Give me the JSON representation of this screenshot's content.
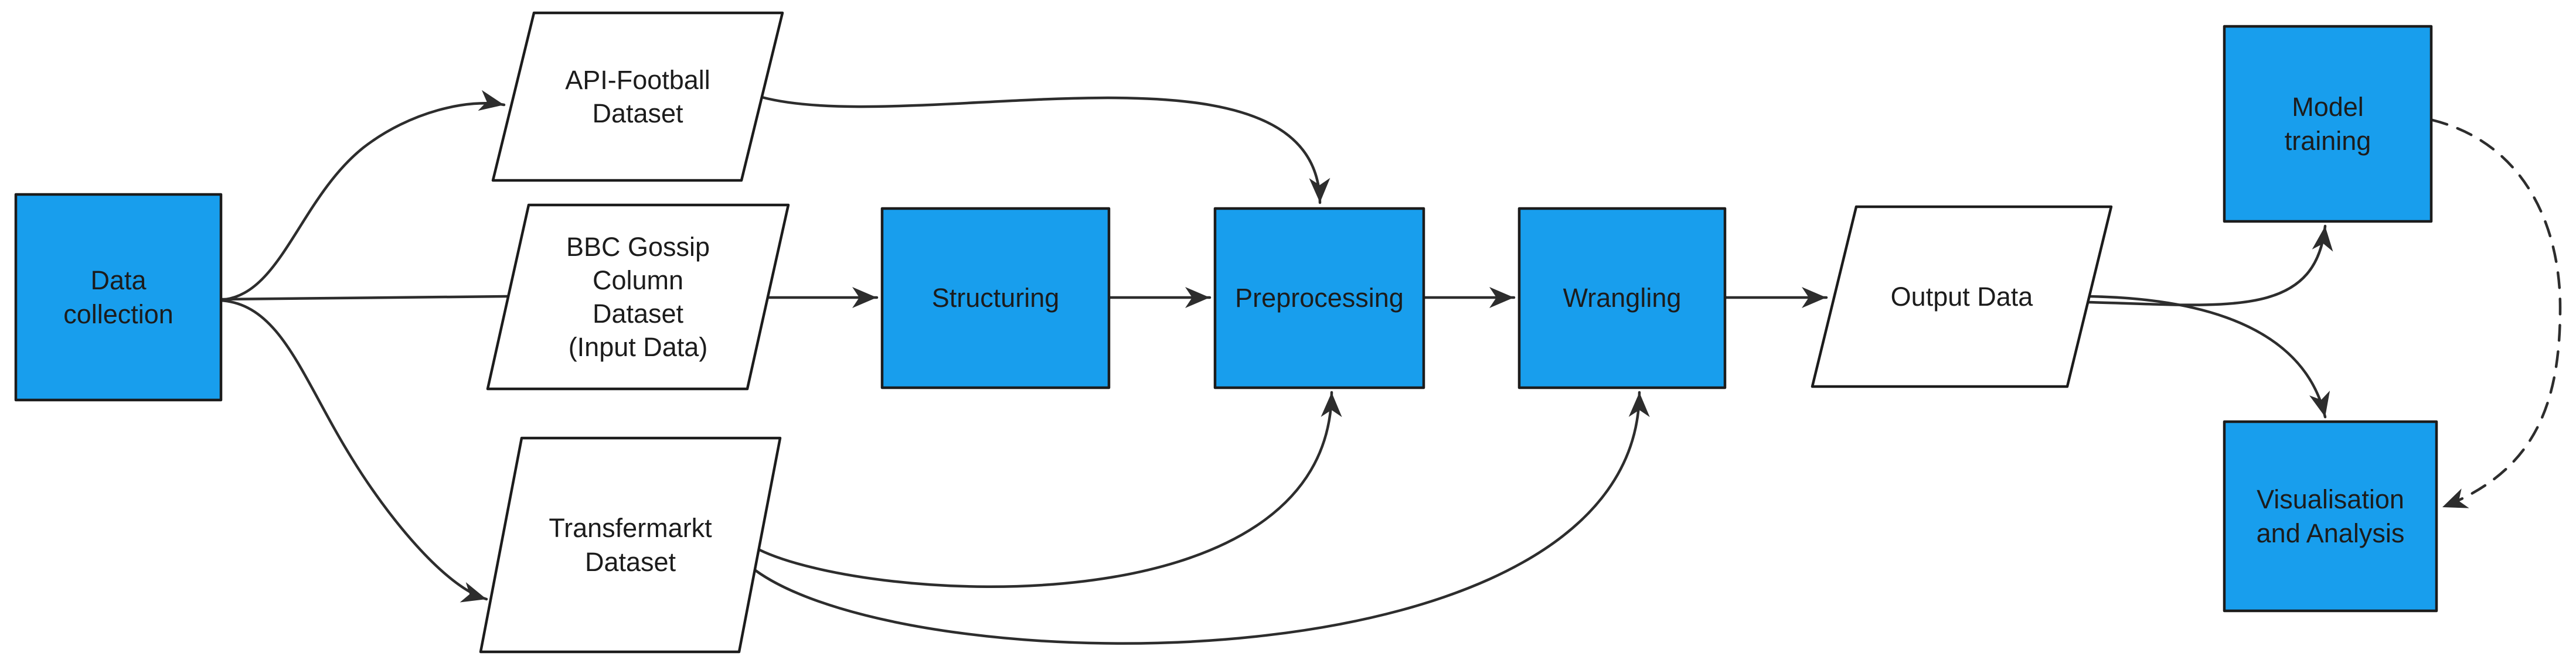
{
  "diagram": {
    "title_implicit": "Data pipeline flowchart",
    "colors": {
      "process_fill": "#189eed",
      "data_fill": "#ffffff",
      "border": "#1c1c1c",
      "arrow": "#2d2d2d",
      "background": "#ffffff",
      "text": "#1c1c1c"
    },
    "nodes": {
      "data_collection": {
        "label": "Data\ncollection",
        "shape": "rectangle",
        "fill": "#189eed"
      },
      "api_football": {
        "label": "API-Football\nDataset",
        "shape": "parallelogram",
        "fill": "#ffffff"
      },
      "bbc_gossip": {
        "label": "BBC Gossip\nColumn\nDataset\n(Input Data)",
        "shape": "parallelogram",
        "fill": "#ffffff"
      },
      "transfermarkt": {
        "label": "Transfermarkt\nDataset",
        "shape": "parallelogram",
        "fill": "#ffffff"
      },
      "structuring": {
        "label": "Structuring",
        "shape": "rectangle",
        "fill": "#189eed"
      },
      "preprocessing": {
        "label": "Preprocessing",
        "shape": "rectangle",
        "fill": "#189eed"
      },
      "wrangling": {
        "label": "Wrangling",
        "shape": "rectangle",
        "fill": "#189eed"
      },
      "output_data": {
        "label": "Output Data",
        "shape": "parallelogram",
        "fill": "#ffffff"
      },
      "model_training": {
        "label": "Model\ntraining",
        "shape": "rectangle",
        "fill": "#189eed"
      },
      "visualisation": {
        "label": "Visualisation\nand Analysis",
        "shape": "rectangle",
        "fill": "#189eed"
      }
    },
    "edges": [
      {
        "from": "data_collection",
        "to": "api_football",
        "style": "solid",
        "arrowhead": true
      },
      {
        "from": "data_collection",
        "to": "bbc_gossip",
        "style": "solid",
        "arrowhead": false
      },
      {
        "from": "data_collection",
        "to": "transfermarkt",
        "style": "solid",
        "arrowhead": true
      },
      {
        "from": "api_football",
        "to": "preprocessing",
        "style": "solid",
        "arrowhead": true
      },
      {
        "from": "bbc_gossip",
        "to": "structuring",
        "style": "solid",
        "arrowhead": true
      },
      {
        "from": "structuring",
        "to": "preprocessing",
        "style": "solid",
        "arrowhead": true
      },
      {
        "from": "preprocessing",
        "to": "wrangling",
        "style": "solid",
        "arrowhead": true
      },
      {
        "from": "wrangling",
        "to": "output_data",
        "style": "solid",
        "arrowhead": true
      },
      {
        "from": "transfermarkt",
        "to": "preprocessing",
        "style": "solid",
        "arrowhead": true
      },
      {
        "from": "transfermarkt",
        "to": "wrangling",
        "style": "solid",
        "arrowhead": true
      },
      {
        "from": "output_data",
        "to": "model_training",
        "style": "solid",
        "arrowhead": true
      },
      {
        "from": "output_data",
        "to": "visualisation",
        "style": "solid",
        "arrowhead": true
      },
      {
        "from": "model_training",
        "to": "visualisation",
        "style": "dashed",
        "arrowhead": true
      }
    ]
  }
}
